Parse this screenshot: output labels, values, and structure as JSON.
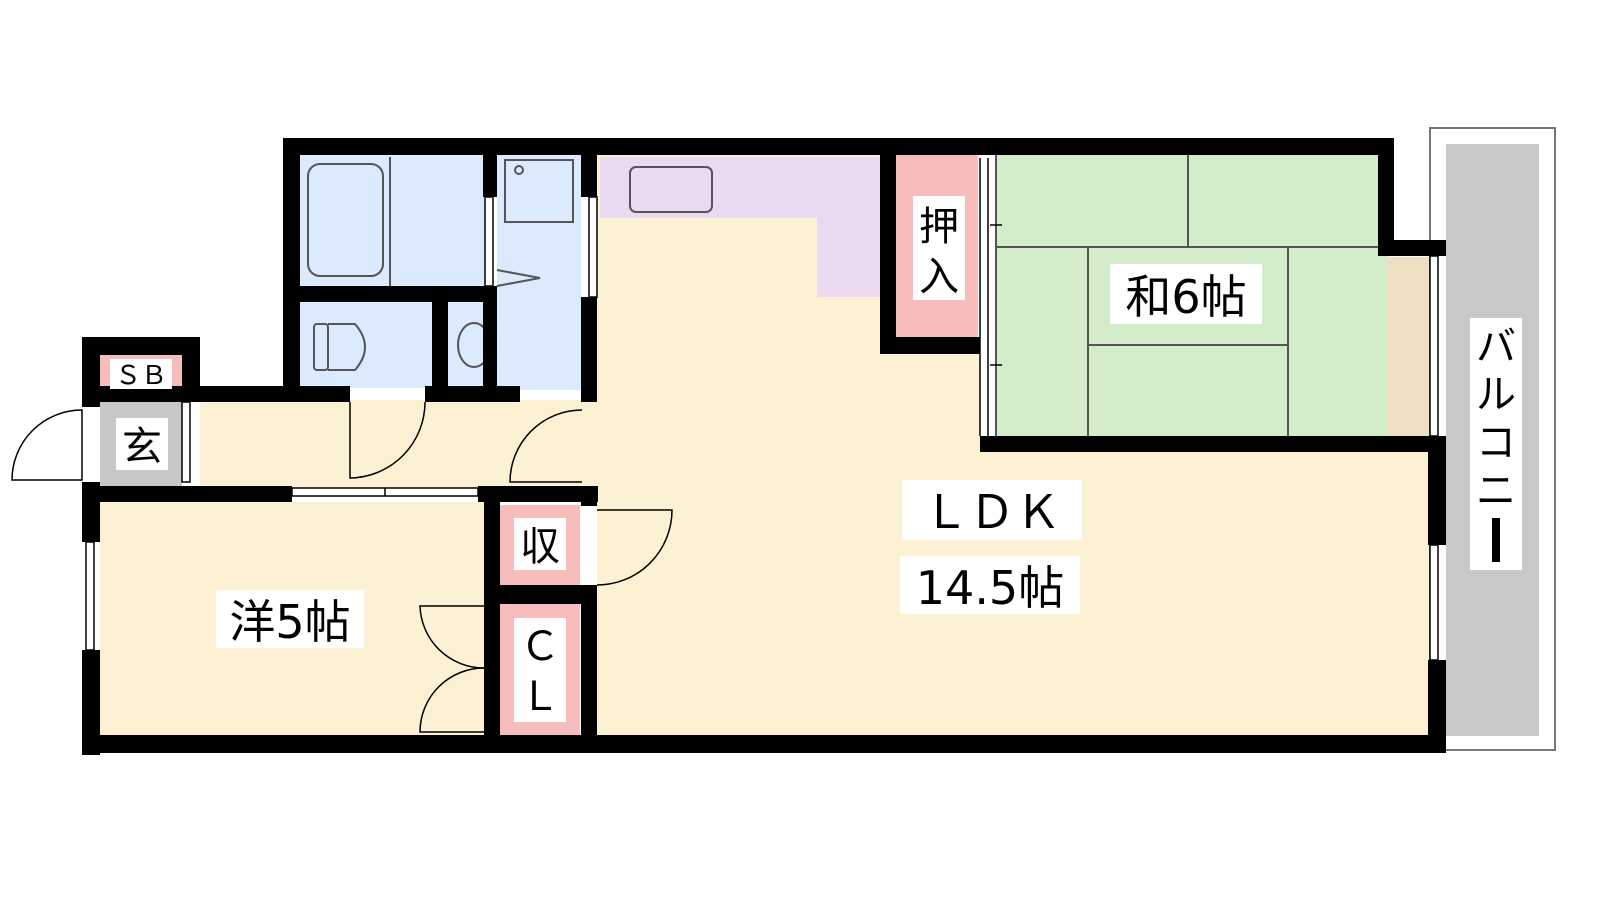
{
  "plan": {
    "rooms": {
      "ldk_name": "ＬＤＫ",
      "ldk_size": "14.5帖",
      "washitsu": "和6帖",
      "youshitsu": "洋5帖",
      "oshiire_1": "押",
      "oshiire_2": "入",
      "shuunou": "収",
      "closet_1": "Ｃ",
      "closet_2": "Ｌ",
      "shoebox": "ＳＢ",
      "genkan": "玄",
      "balcony": [
        "バ",
        "ル",
        "コ",
        "ニ",
        "ー"
      ]
    },
    "colors": {
      "living": "#fdf1d3",
      "tatami": "#d3ecc9",
      "wet_area": "#dbeafc",
      "kitchen": "#ead9f1",
      "storage": "#f7bcbc",
      "genkan": "#c8c8c8",
      "balcony": "#c9c9c9",
      "engawa": "#efdfc3",
      "wall": "#000000"
    }
  }
}
